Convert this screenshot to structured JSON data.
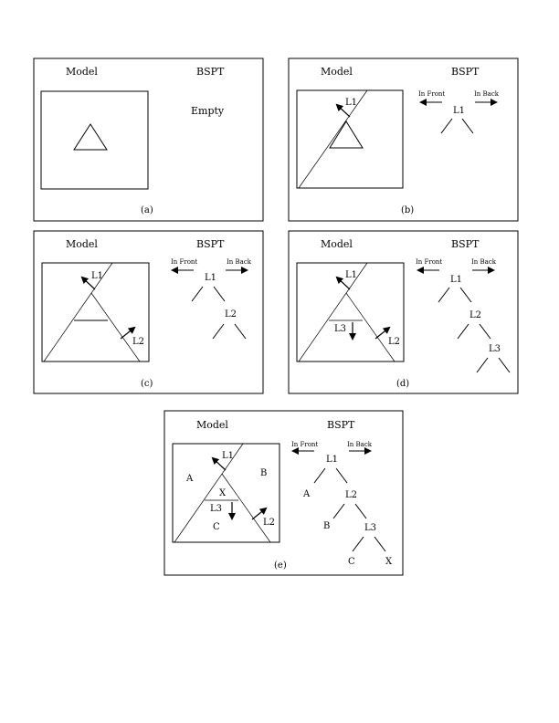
{
  "panels": [
    {
      "id": "a",
      "model_label": "Model",
      "bspt_label": "BSPT",
      "caption": "(a)",
      "empty_text": "Empty"
    },
    {
      "id": "b",
      "model_label": "Model",
      "bspt_label": "BSPT",
      "caption": "(b)",
      "in_front": "In Front",
      "in_back": "In Back",
      "lines": [
        "L1"
      ],
      "tree_nodes": [
        "L1"
      ]
    },
    {
      "id": "c",
      "model_label": "Model",
      "bspt_label": "BSPT",
      "caption": "(c)",
      "in_front": "In Front",
      "in_back": "In Back",
      "lines": [
        "L1",
        "L2"
      ],
      "tree_nodes": [
        "L1",
        "L2"
      ]
    },
    {
      "id": "d",
      "model_label": "Model",
      "bspt_label": "BSPT",
      "caption": "(d)",
      "in_front": "In Front",
      "in_back": "In Back",
      "lines": [
        "L1",
        "L2",
        "L3"
      ],
      "tree_nodes": [
        "L1",
        "L2",
        "L3"
      ]
    },
    {
      "id": "e",
      "model_label": "Model",
      "bspt_label": "BSPT",
      "caption": "(e)",
      "in_front": "In Front",
      "in_back": "In Back",
      "lines": [
        "L1",
        "L2",
        "L3"
      ],
      "regions": [
        "A",
        "B",
        "X",
        "C"
      ],
      "tree_nodes": [
        "L1",
        "A",
        "L2",
        "B",
        "L3",
        "C",
        "X"
      ]
    }
  ]
}
